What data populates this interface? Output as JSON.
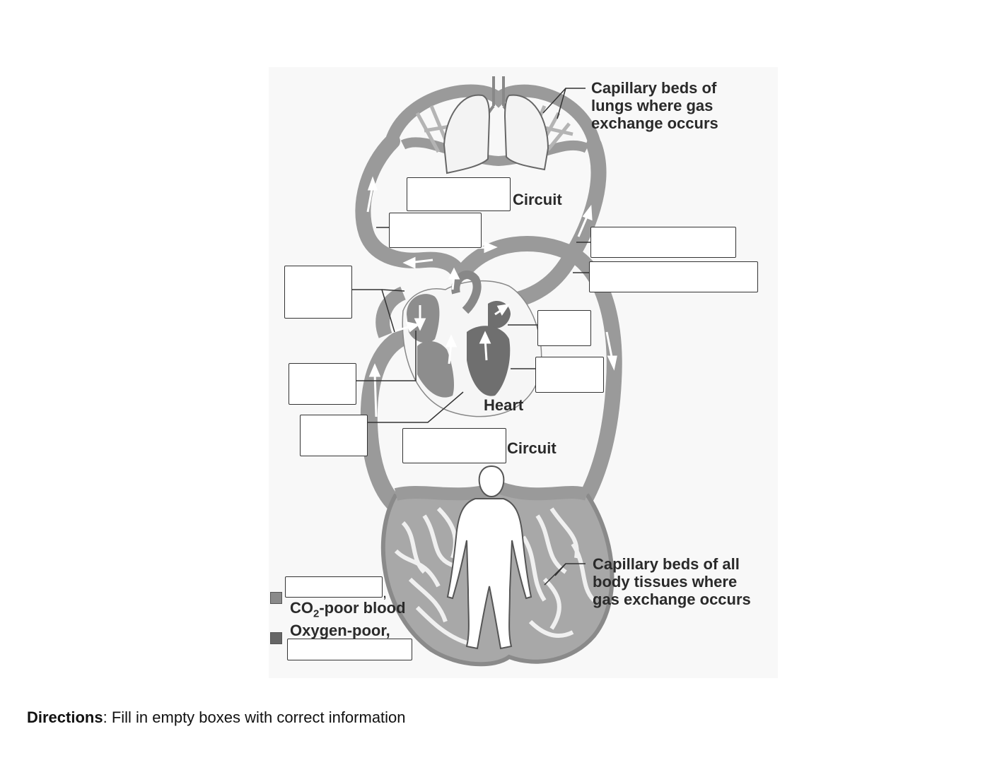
{
  "labels": {
    "lung_capillaries": [
      "Capillary beds of",
      "lungs where gas",
      "exchange occurs"
    ],
    "body_capillaries": [
      "Capillary beds of all",
      "body tissues where",
      "gas exchange occurs"
    ],
    "pulmonary_circuit_suffix": "Circuit",
    "systemic_circuit_suffix": "Circuit",
    "heart": "Heart"
  },
  "legend": {
    "item1_comma": ",",
    "item1_co2_prefix": "CO",
    "item1_co2_sub": "2",
    "item1_co2_rest": "-poor blood",
    "item1_color": "#8a8a8a",
    "item2_text": "Oxygen-poor,",
    "item2_color": "#666666"
  },
  "directions": {
    "bold": "Directions",
    "rest": ": Fill in empty boxes with correct information"
  },
  "colors": {
    "vessel": "#9a9a9a",
    "vessel_dark": "#7c7c7c",
    "heart_chamber": "#8d8d8d",
    "lung_fill": "#f3f3f3"
  }
}
